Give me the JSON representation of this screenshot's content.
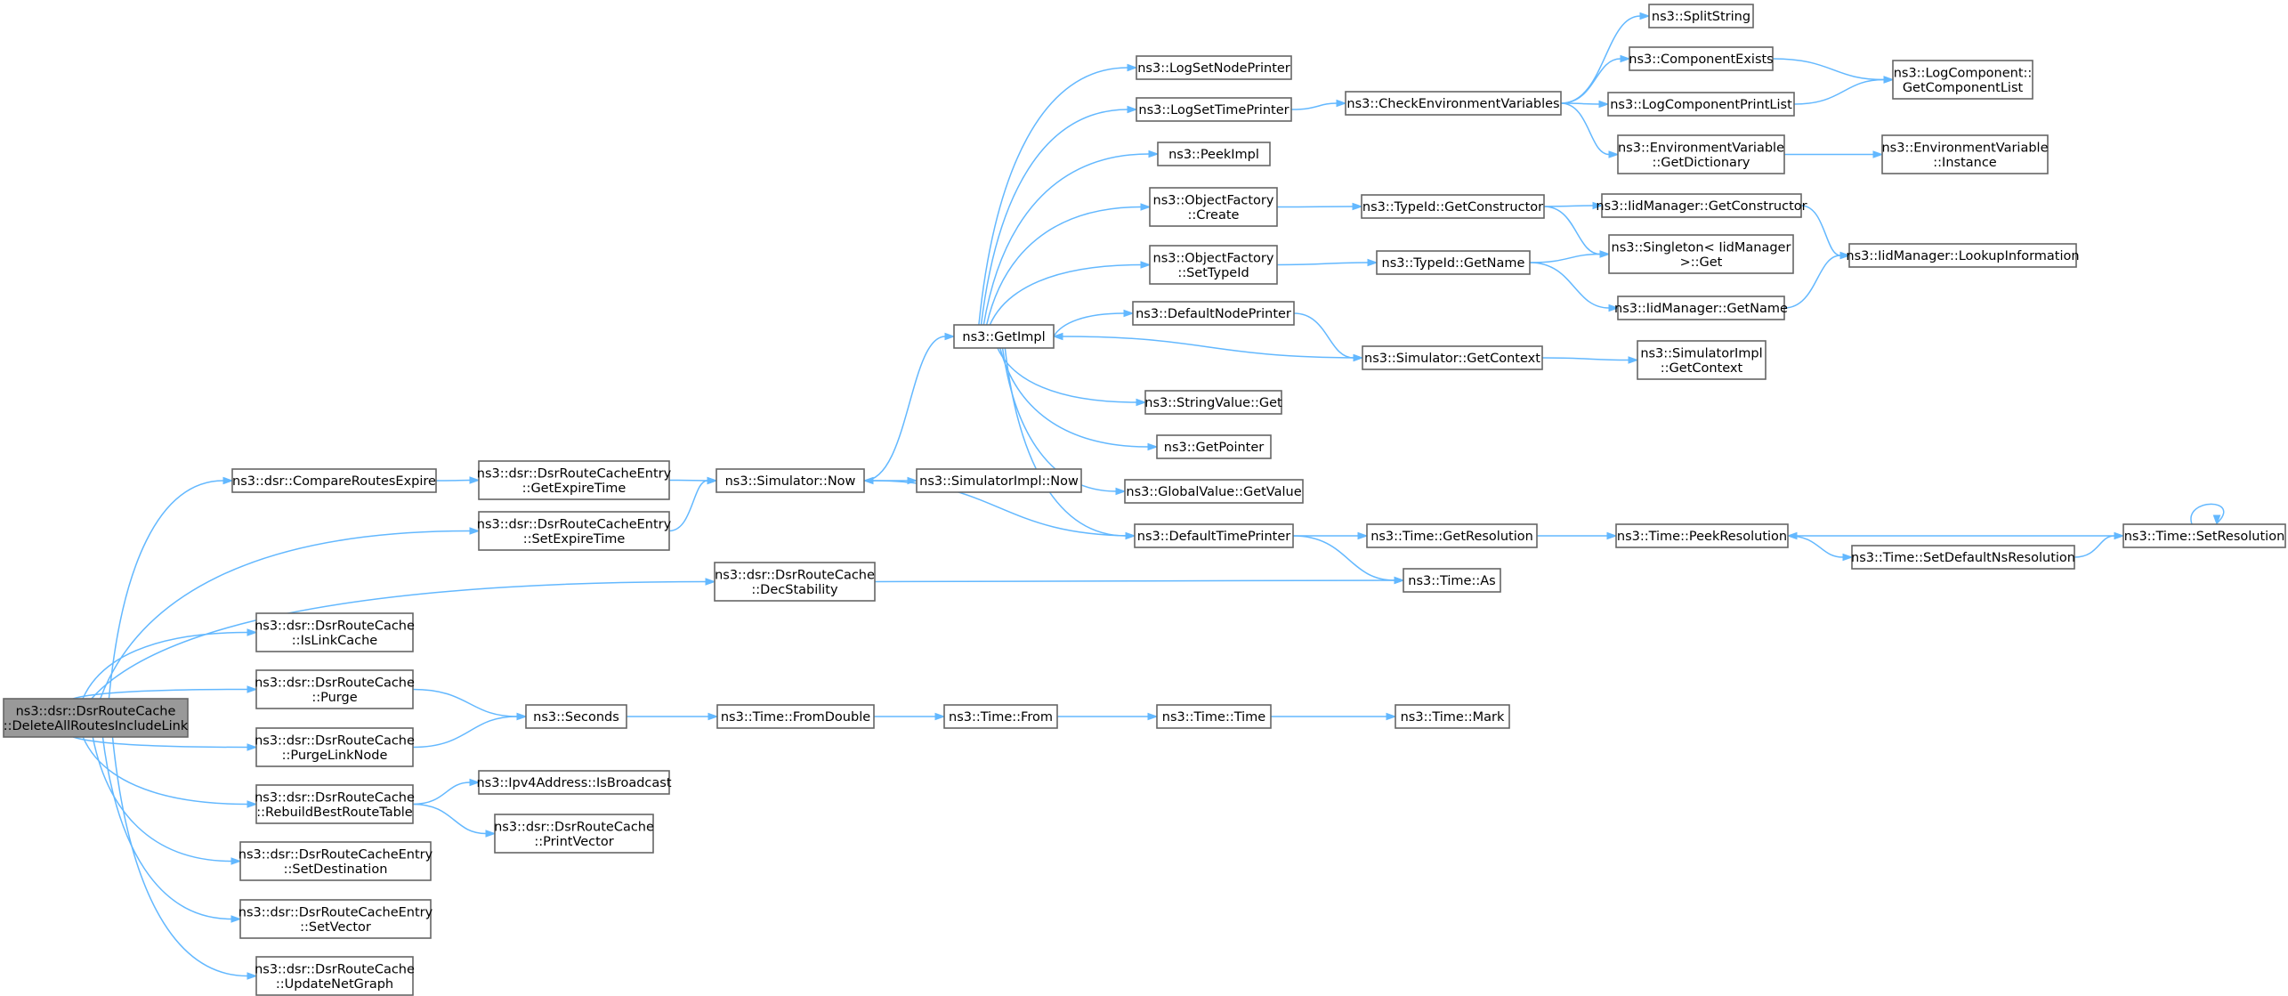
{
  "diagram": {
    "edge_color": "#63b8ff",
    "nodes": [
      {
        "id": "root",
        "lines": [
          "ns3::dsr::DsrRouteCache",
          "::DeleteAllRoutesIncludeLink"
        ],
        "highlight": true
      },
      {
        "id": "compareRoutesExpire",
        "lines": [
          "ns3::dsr::CompareRoutesExpire"
        ]
      },
      {
        "id": "getExpireTime",
        "lines": [
          "ns3::dsr::DsrRouteCacheEntry",
          "::GetExpireTime"
        ]
      },
      {
        "id": "setExpireTime",
        "lines": [
          "ns3::dsr::DsrRouteCacheEntry",
          "::SetExpireTime"
        ]
      },
      {
        "id": "decStability",
        "lines": [
          "ns3::dsr::DsrRouteCache",
          "::DecStability"
        ]
      },
      {
        "id": "isLinkCache",
        "lines": [
          "ns3::dsr::DsrRouteCache",
          "::IsLinkCache"
        ]
      },
      {
        "id": "purge",
        "lines": [
          "ns3::dsr::DsrRouteCache",
          "::Purge"
        ]
      },
      {
        "id": "purgeLinkNode",
        "lines": [
          "ns3::dsr::DsrRouteCache",
          "::PurgeLinkNode"
        ]
      },
      {
        "id": "rebuildBestRouteTable",
        "lines": [
          "ns3::dsr::DsrRouteCache",
          "::RebuildBestRouteTable"
        ]
      },
      {
        "id": "setDestination",
        "lines": [
          "ns3::dsr::DsrRouteCacheEntry",
          "::SetDestination"
        ]
      },
      {
        "id": "setVector",
        "lines": [
          "ns3::dsr::DsrRouteCacheEntry",
          "::SetVector"
        ]
      },
      {
        "id": "updateNetGraph",
        "lines": [
          "ns3::dsr::DsrRouteCache",
          "::UpdateNetGraph"
        ]
      },
      {
        "id": "simulatorNow",
        "lines": [
          "ns3::Simulator::Now"
        ]
      },
      {
        "id": "simulatorImplNow",
        "lines": [
          "ns3::SimulatorImpl::Now"
        ]
      },
      {
        "id": "getImpl",
        "lines": [
          "ns3::GetImpl"
        ]
      },
      {
        "id": "logSetNodePrinter",
        "lines": [
          "ns3::LogSetNodePrinter"
        ]
      },
      {
        "id": "logSetTimePrinter",
        "lines": [
          "ns3::LogSetTimePrinter"
        ]
      },
      {
        "id": "peekImpl",
        "lines": [
          "ns3::PeekImpl"
        ]
      },
      {
        "id": "objectFactoryCreate",
        "lines": [
          "ns3::ObjectFactory",
          "::Create"
        ]
      },
      {
        "id": "objectFactorySetTypeId",
        "lines": [
          "ns3::ObjectFactory",
          "::SetTypeId"
        ]
      },
      {
        "id": "defaultNodePrinter",
        "lines": [
          "ns3::DefaultNodePrinter"
        ]
      },
      {
        "id": "stringValueGet",
        "lines": [
          "ns3::StringValue::Get"
        ]
      },
      {
        "id": "getPointer",
        "lines": [
          "ns3::GetPointer"
        ]
      },
      {
        "id": "globalValueGetValue",
        "lines": [
          "ns3::GlobalValue::GetValue"
        ]
      },
      {
        "id": "defaultTimePrinter",
        "lines": [
          "ns3::DefaultTimePrinter"
        ]
      },
      {
        "id": "checkEnvironmentVariables",
        "lines": [
          "ns3::CheckEnvironmentVariables"
        ]
      },
      {
        "id": "typeIdGetConstructor",
        "lines": [
          "ns3::TypeId::GetConstructor"
        ]
      },
      {
        "id": "typeIdGetName",
        "lines": [
          "ns3::TypeId::GetName"
        ]
      },
      {
        "id": "simulatorGetContext",
        "lines": [
          "ns3::Simulator::GetContext"
        ]
      },
      {
        "id": "timeGetResolution",
        "lines": [
          "ns3::Time::GetResolution"
        ]
      },
      {
        "id": "timeAs",
        "lines": [
          "ns3::Time::As"
        ]
      },
      {
        "id": "splitString",
        "lines": [
          "ns3::SplitString"
        ]
      },
      {
        "id": "componentExists",
        "lines": [
          "ns3::ComponentExists"
        ]
      },
      {
        "id": "logComponentPrintList",
        "lines": [
          "ns3::LogComponentPrintList"
        ]
      },
      {
        "id": "envVarGetDictionary",
        "lines": [
          "ns3::EnvironmentVariable",
          "::GetDictionary"
        ]
      },
      {
        "id": "iidManagerGetConstructor",
        "lines": [
          "ns3::IidManager::GetConstructor"
        ]
      },
      {
        "id": "singletonGet",
        "lines": [
          "ns3::Singleton< IidManager",
          " >::Get"
        ]
      },
      {
        "id": "iidManagerGetName",
        "lines": [
          "ns3::IidManager::GetName"
        ]
      },
      {
        "id": "simulatorImplGetContext",
        "lines": [
          "ns3::SimulatorImpl",
          "::GetContext"
        ]
      },
      {
        "id": "timePeekResolution",
        "lines": [
          "ns3::Time::PeekResolution"
        ]
      },
      {
        "id": "timeSetDefaultNsResolution",
        "lines": [
          "ns3::Time::SetDefaultNsResolution"
        ]
      },
      {
        "id": "timeSetResolution",
        "lines": [
          "ns3::Time::SetResolution"
        ]
      },
      {
        "id": "logComponentGetComponentList",
        "lines": [
          "ns3::LogComponent::",
          "GetComponentList"
        ]
      },
      {
        "id": "envVarInstance",
        "lines": [
          "ns3::EnvironmentVariable",
          "::Instance"
        ]
      },
      {
        "id": "iidManagerLookupInformation",
        "lines": [
          "ns3::IidManager::LookupInformation"
        ]
      },
      {
        "id": "seconds",
        "lines": [
          "ns3::Seconds"
        ]
      },
      {
        "id": "timeFromDouble",
        "lines": [
          "ns3::Time::FromDouble"
        ]
      },
      {
        "id": "timeFrom",
        "lines": [
          "ns3::Time::From"
        ]
      },
      {
        "id": "timeTime",
        "lines": [
          "ns3::Time::Time"
        ]
      },
      {
        "id": "timeMark",
        "lines": [
          "ns3::Time::Mark"
        ]
      },
      {
        "id": "ipv4IsBroadcast",
        "lines": [
          "ns3::Ipv4Address::IsBroadcast"
        ]
      },
      {
        "id": "printVector",
        "lines": [
          "ns3::dsr::DsrRouteCache",
          "::PrintVector"
        ]
      }
    ],
    "edges": [
      [
        "root",
        "compareRoutesExpire"
      ],
      [
        "root",
        "setExpireTime"
      ],
      [
        "root",
        "decStability"
      ],
      [
        "root",
        "isLinkCache"
      ],
      [
        "root",
        "purge"
      ],
      [
        "root",
        "purgeLinkNode"
      ],
      [
        "root",
        "rebuildBestRouteTable"
      ],
      [
        "root",
        "setDestination"
      ],
      [
        "root",
        "setVector"
      ],
      [
        "root",
        "updateNetGraph"
      ],
      [
        "compareRoutesExpire",
        "getExpireTime"
      ],
      [
        "getExpireTime",
        "simulatorNow"
      ],
      [
        "setExpireTime",
        "simulatorNow"
      ],
      [
        "simulatorNow",
        "getImpl"
      ],
      [
        "simulatorNow",
        "simulatorImplNow"
      ],
      [
        "getImpl",
        "logSetNodePrinter"
      ],
      [
        "getImpl",
        "logSetTimePrinter"
      ],
      [
        "getImpl",
        "peekImpl"
      ],
      [
        "getImpl",
        "objectFactoryCreate"
      ],
      [
        "getImpl",
        "objectFactorySetTypeId"
      ],
      [
        "getImpl",
        "defaultNodePrinter"
      ],
      [
        "getImpl",
        "stringValueGet"
      ],
      [
        "getImpl",
        "getPointer"
      ],
      [
        "getImpl",
        "globalValueGetValue"
      ],
      [
        "getImpl",
        "defaultTimePrinter"
      ],
      [
        "logSetTimePrinter",
        "checkEnvironmentVariables"
      ],
      [
        "checkEnvironmentVariables",
        "splitString"
      ],
      [
        "checkEnvironmentVariables",
        "componentExists"
      ],
      [
        "checkEnvironmentVariables",
        "logComponentPrintList"
      ],
      [
        "checkEnvironmentVariables",
        "envVarGetDictionary"
      ],
      [
        "componentExists",
        "logComponentGetComponentList"
      ],
      [
        "logComponentPrintList",
        "logComponentGetComponentList"
      ],
      [
        "envVarGetDictionary",
        "envVarInstance"
      ],
      [
        "objectFactoryCreate",
        "typeIdGetConstructor"
      ],
      [
        "typeIdGetConstructor",
        "iidManagerGetConstructor"
      ],
      [
        "typeIdGetConstructor",
        "singletonGet"
      ],
      [
        "iidManagerGetConstructor",
        "iidManagerLookupInformation"
      ],
      [
        "objectFactorySetTypeId",
        "typeIdGetName"
      ],
      [
        "typeIdGetName",
        "singletonGet"
      ],
      [
        "typeIdGetName",
        "iidManagerGetName"
      ],
      [
        "iidManagerGetName",
        "iidManagerLookupInformation"
      ],
      [
        "defaultNodePrinter",
        "simulatorGetContext"
      ],
      [
        "simulatorGetContext",
        "getImpl"
      ],
      [
        "simulatorGetContext",
        "simulatorImplGetContext"
      ],
      [
        "defaultTimePrinter",
        "simulatorNow"
      ],
      [
        "defaultTimePrinter",
        "timeGetResolution"
      ],
      [
        "defaultTimePrinter",
        "timeAs"
      ],
      [
        "timeGetResolution",
        "timePeekResolution"
      ],
      [
        "timePeekResolution",
        "timeSetDefaultNsResolution"
      ],
      [
        "timeSetDefaultNsResolution",
        "timeSetResolution"
      ],
      [
        "timeSetResolution",
        "timePeekResolution"
      ],
      [
        "timeSetResolution",
        "timeSetResolution"
      ],
      [
        "decStability",
        "timeAs"
      ],
      [
        "purge",
        "seconds"
      ],
      [
        "purgeLinkNode",
        "seconds"
      ],
      [
        "seconds",
        "timeFromDouble"
      ],
      [
        "timeFromDouble",
        "timeFrom"
      ],
      [
        "timeFrom",
        "timeTime"
      ],
      [
        "timeTime",
        "timeMark"
      ],
      [
        "rebuildBestRouteTable",
        "ipv4IsBroadcast"
      ],
      [
        "rebuildBestRouteTable",
        "printVector"
      ]
    ]
  }
}
